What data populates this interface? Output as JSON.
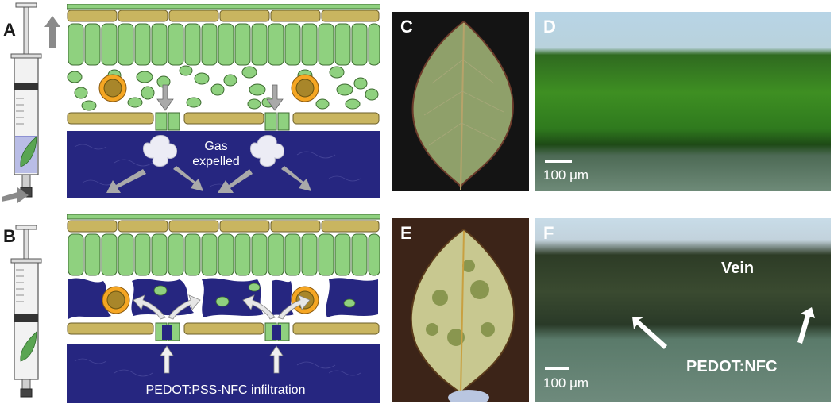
{
  "panels": {
    "A": {
      "label": "A",
      "annotation_line1": "Gas",
      "annotation_line2": "expelled"
    },
    "B": {
      "label": "B",
      "annotation": "PEDOT:PSS-NFC infiltration"
    },
    "C": {
      "label": "C"
    },
    "D": {
      "label": "D",
      "scale": "100 μm"
    },
    "E": {
      "label": "E"
    },
    "F": {
      "label": "F",
      "vein": "Vein",
      "pedot": "PEDOT:NFC",
      "scale": "100 μm"
    }
  },
  "colors": {
    "epidermis": "#c9b560",
    "mesophyll": "#8fd17f",
    "cell_border": "#3d6b30",
    "solution": "#262680",
    "vein_outer": "#f5a623",
    "vein_inner": "#a8862a",
    "arrow": "#a9a9a9"
  }
}
